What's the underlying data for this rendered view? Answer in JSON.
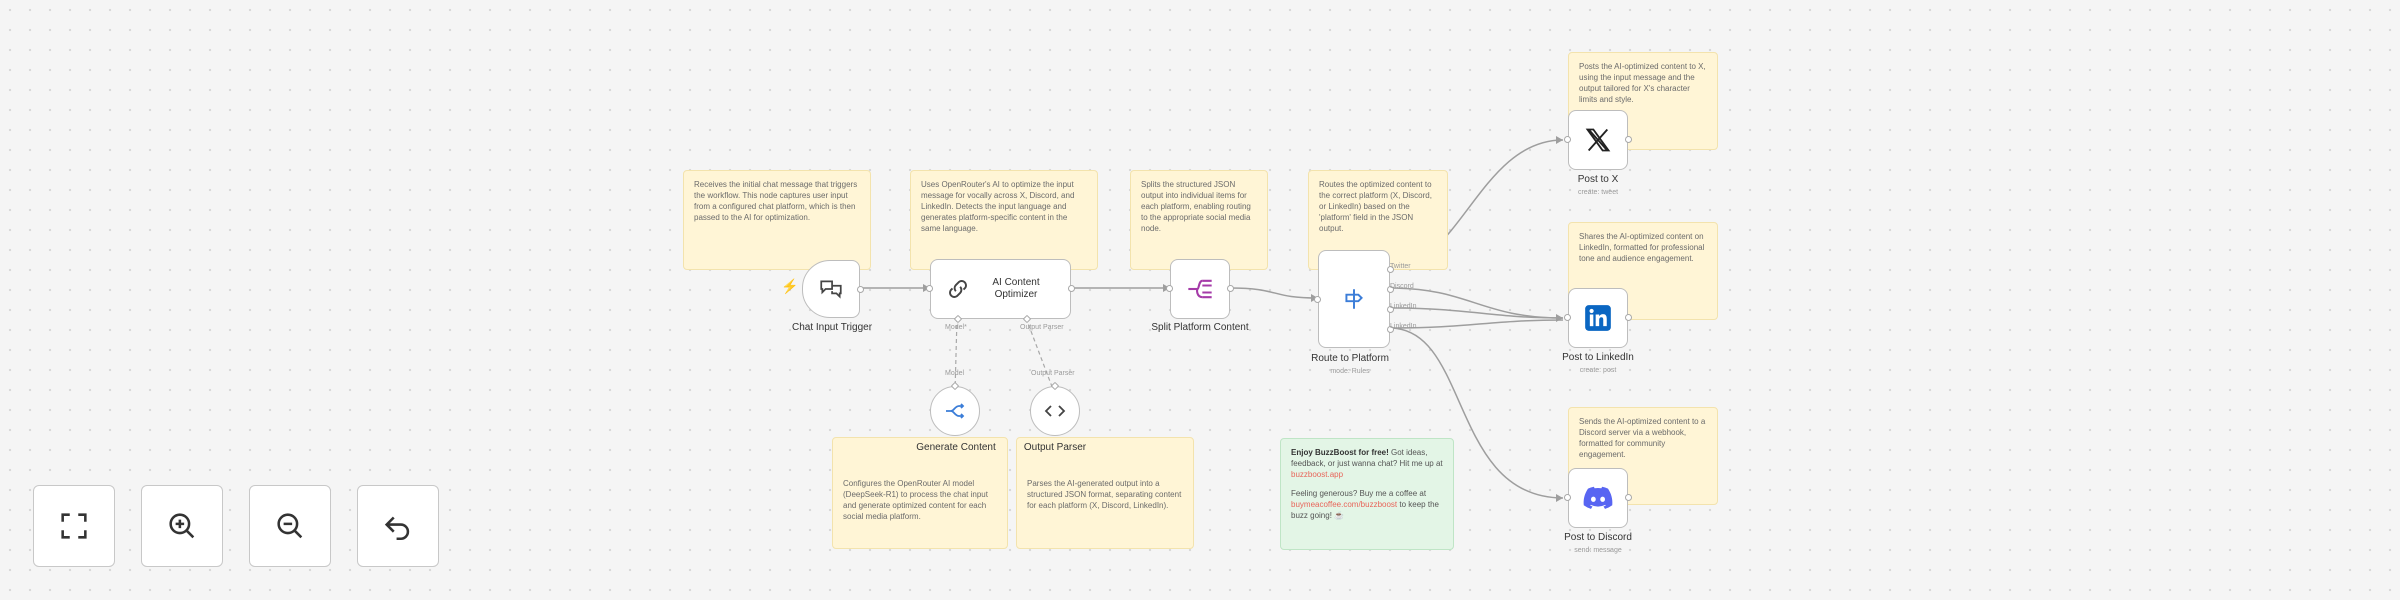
{
  "notes": {
    "trigger": "Receives the initial chat message that triggers the workflow. This node captures user input from a configured chat platform, which is then passed to the AI for optimization.",
    "optimizer": "Uses OpenRouter's AI to optimize the input message for vocally across X, Discord, and LinkedIn. Detects the input language and generates platform-specific content in the same language.",
    "split": "Splits the structured JSON output into individual items for each platform, enabling routing to the appropriate social media node.",
    "route": "Routes the optimized content to the correct platform (X, Discord, or LinkedIn) based on the 'platform' field in the JSON output.",
    "x": "Posts the AI-optimized content to X, using the input message and the output tailored for X's character limits and style.",
    "linkedin": "Shares the AI-optimized content on LinkedIn, formatted for professional tone and audience engagement.",
    "discord": "Sends the AI-optimized content to a Discord server via a webhook, formatted for community engagement.",
    "model": "Configures the OpenRouter AI model (DeepSeek-R1) to process the chat input and generate optimized content for each social media platform.",
    "parser": "Parses the AI-generated output into a structured JSON format, separating content for each platform (X, Discord, LinkedIn).",
    "promo_line1_bold": "Enjoy BuzzBoost for free!",
    "promo_line1_rest": " Got ideas, feedback, or just wanna chat? Hit me up at",
    "promo_link1": "buzzboost.app",
    "promo_line2": "Feeling generous? Buy me a coffee at",
    "promo_link2": "buymeacoffee.com/buzzboost",
    "promo_line2_end": "to keep the buzz going! ☕"
  },
  "nodes": {
    "trigger": {
      "title": "Chat Input Trigger"
    },
    "optimizer": {
      "title": "AI Content Optimizer",
      "port_model": "Model*",
      "port_parser": "Output Parser"
    },
    "split": {
      "title": "Split Platform Content"
    },
    "route": {
      "title": "Route to Platform",
      "subtitle": "mode: Rules",
      "outputs": [
        "Twitter",
        "Discord",
        "LinkedIn",
        "LinkedIn"
      ]
    },
    "x": {
      "title": "Post to X",
      "subtitle": "create: tweet"
    },
    "linkedin": {
      "title": "Post to LinkedIn",
      "subtitle": "create: post"
    },
    "discord": {
      "title": "Post to Discord",
      "subtitle": "send: message"
    },
    "model": {
      "title": "Generate Content",
      "top_label": "Model"
    },
    "parser": {
      "title": "Output Parser",
      "top_label": "Output Parser"
    }
  },
  "controls": {
    "fit": "fit-view",
    "zoom_in": "zoom-in",
    "zoom_out": "zoom-out",
    "reset": "reset-zoom"
  },
  "colors": {
    "accent": "#e8655a",
    "linkedin": "#0a66c2",
    "discord": "#5865f2",
    "split": "#a53ba8",
    "route": "#3b7dd8"
  }
}
